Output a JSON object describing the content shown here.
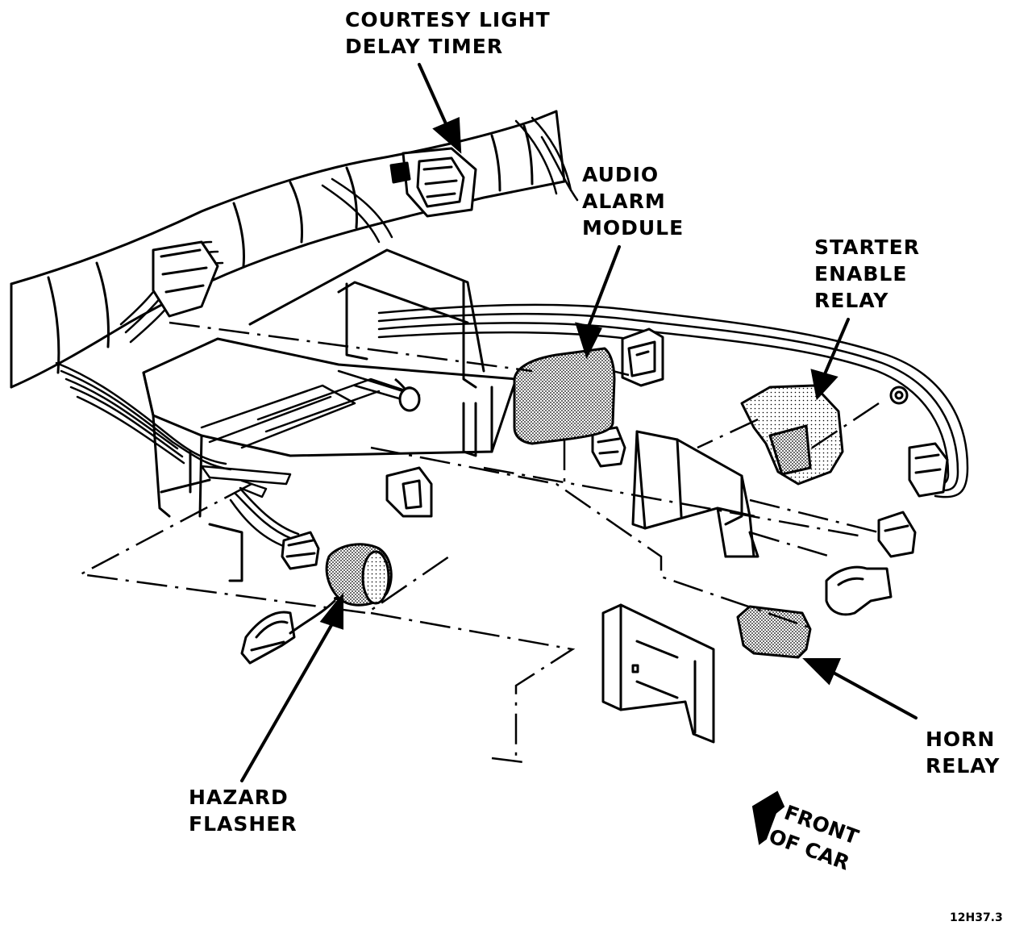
{
  "labels": {
    "courtesy": [
      "COURTESY LIGHT",
      "DELAY TIMER"
    ],
    "audio": [
      "AUDIO",
      "ALARM",
      "MODULE"
    ],
    "starter": [
      "STARTER",
      "ENABLE",
      "RELAY"
    ],
    "horn": [
      "HORN",
      "RELAY"
    ],
    "hazard": [
      "HAZARD",
      "FLASHER"
    ],
    "front": [
      "FRONT",
      "OF CAR"
    ]
  },
  "figure_number": "12H37.3",
  "colors": {
    "ink": "#000000",
    "paper": "#ffffff",
    "shade": "#777777"
  }
}
